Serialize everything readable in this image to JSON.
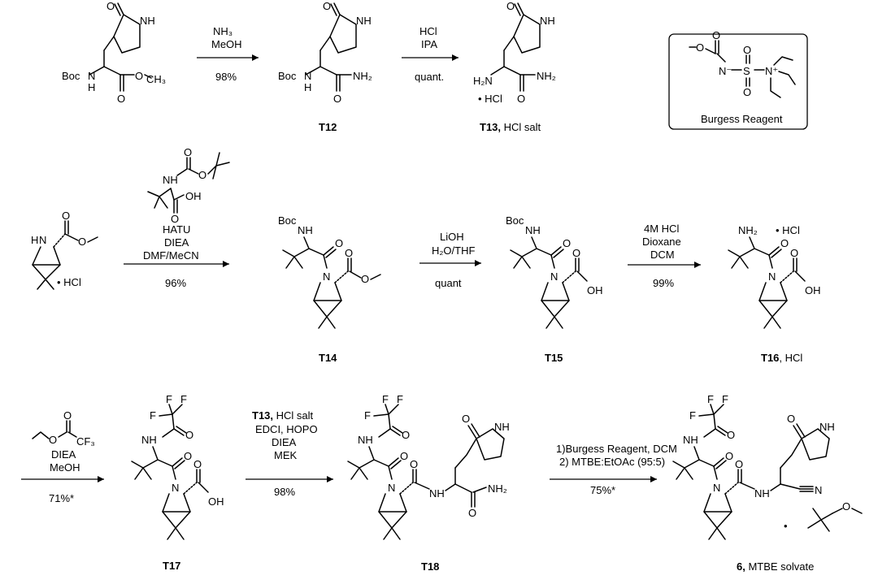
{
  "steps": [
    {
      "id": "s1",
      "conditions": [
        "NH₃",
        "MeOH"
      ],
      "yield": "98%"
    },
    {
      "id": "s2",
      "conditions": [
        "HCl",
        "IPA"
      ],
      "yield": "quant."
    },
    {
      "id": "s3",
      "conditions": [
        "HATU",
        "DIEA",
        "DMF/MeCN"
      ],
      "yield": "96%"
    },
    {
      "id": "s4",
      "conditions": [
        "LiOH",
        "H₂O/THF"
      ],
      "yield": "quant"
    },
    {
      "id": "s5",
      "conditions": [
        "4M HCl",
        "Dioxane",
        "DCM"
      ],
      "yield": "99%"
    },
    {
      "id": "s6",
      "conditions": [
        "DIEA",
        "MeOH"
      ],
      "yield": "71%*"
    },
    {
      "id": "s7",
      "conditions": [
        "EDCI, HOPO",
        "DIEA",
        "MEK"
      ],
      "conditions_lead": "T13,",
      "conditions_lead_tail": " HCl salt",
      "yield": "98%"
    },
    {
      "id": "s8",
      "conditions": [
        "1)Burgess Reagent, DCM",
        "2) MTBE:EtOAc (95:5)"
      ],
      "yield": "75%*"
    }
  ],
  "compounds": {
    "T12": {
      "label": "T12"
    },
    "T13": {
      "label": "T13,",
      "tail": " HCl salt"
    },
    "T14": {
      "label": "T14"
    },
    "T15": {
      "label": "T15"
    },
    "T16": {
      "label": "T16",
      "tail": ", HCl"
    },
    "T17": {
      "label": "T17"
    },
    "T18": {
      "label": "T18"
    },
    "P6": {
      "label": "6,",
      "tail": " MTBE solvate"
    }
  },
  "burgess_box": {
    "title": "Burgess Reagent"
  },
  "atoms": {
    "boc": "Boc",
    "nh": "NH",
    "n": "N",
    "h": "H",
    "o": "O",
    "ch3": "CH₃",
    "nh2": "NH₂",
    "h2n": "H₂N",
    "oh": "OH",
    "f": "F",
    "cf3": "CF₃",
    "hcl_dot": "• HCl",
    "dot": "•",
    "hcl": "HCl",
    "s": "S",
    "nplus": "N⁺",
    "nminus": "N⁻",
    "cn_n": "N"
  }
}
